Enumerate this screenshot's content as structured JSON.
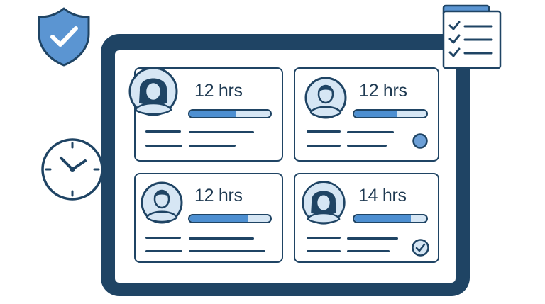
{
  "cards": [
    {
      "hours": "12 hrs",
      "progress": 0.58,
      "avatar": "female-avatar-icon",
      "status": "none"
    },
    {
      "hours": "12 hrs",
      "progress": 0.6,
      "avatar": "male-avatar-icon",
      "status": "pending-dot-icon"
    },
    {
      "hours": "12 hrs",
      "progress": 0.72,
      "avatar": "male-avatar-icon",
      "status": "none"
    },
    {
      "hours": "14 hrs",
      "progress": 0.78,
      "avatar": "female-avatar-icon",
      "status": "approved-check-icon"
    }
  ],
  "decorations": {
    "top_left": "shield-check-icon",
    "left": "clock-icon",
    "top_right": "checklist-icon"
  },
  "colors": {
    "navy": "#1f4464",
    "accent_blue": "#4d8fd1",
    "light_blue": "#d6e6f4",
    "shield_blue": "#5b95d2"
  }
}
